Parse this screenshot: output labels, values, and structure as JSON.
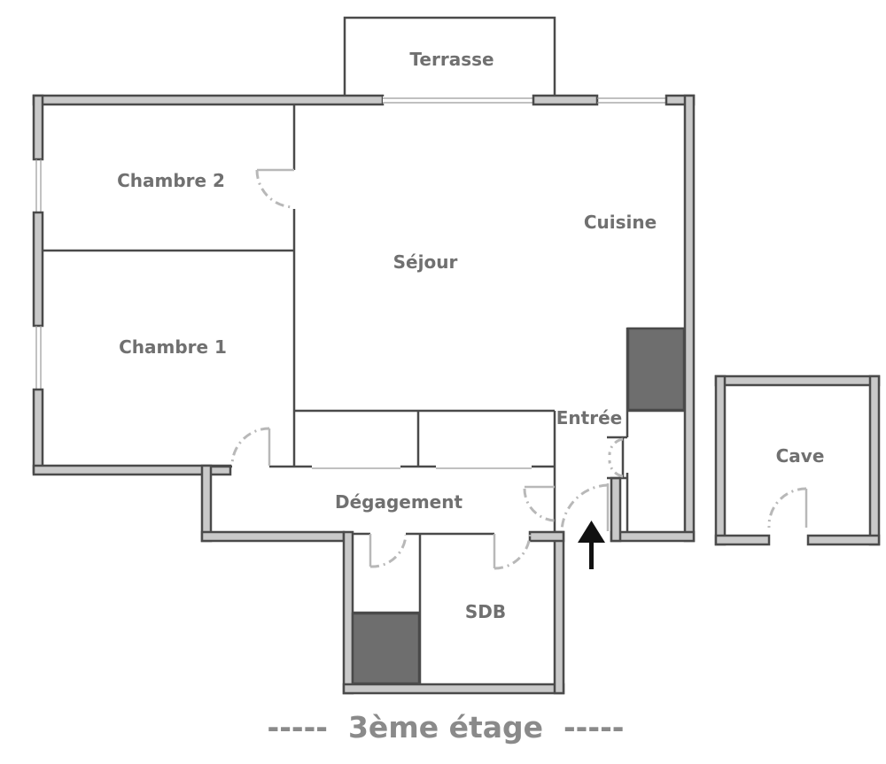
{
  "plan": {
    "rooms": {
      "terrasse": "Terrasse",
      "chambre2": "Chambre 2",
      "cuisine": "Cuisine",
      "sejour": "Séjour",
      "chambre1": "Chambre 1",
      "entree": "Entrée",
      "cave": "Cave",
      "degagement": "Dégagement",
      "sdb": "SDB"
    },
    "floor_label": "-----  3ème étage  -----"
  },
  "colors": {
    "wall_fill": "#c9c9c9",
    "wall_outline": "#4a4a4a",
    "closet_fill": "#6e6e6e",
    "door_swing": "#b8b8b8",
    "label_text": "#707070",
    "entrance_arrow": "#111111"
  },
  "icons": {
    "entrance": "entrance-arrow-icon"
  }
}
